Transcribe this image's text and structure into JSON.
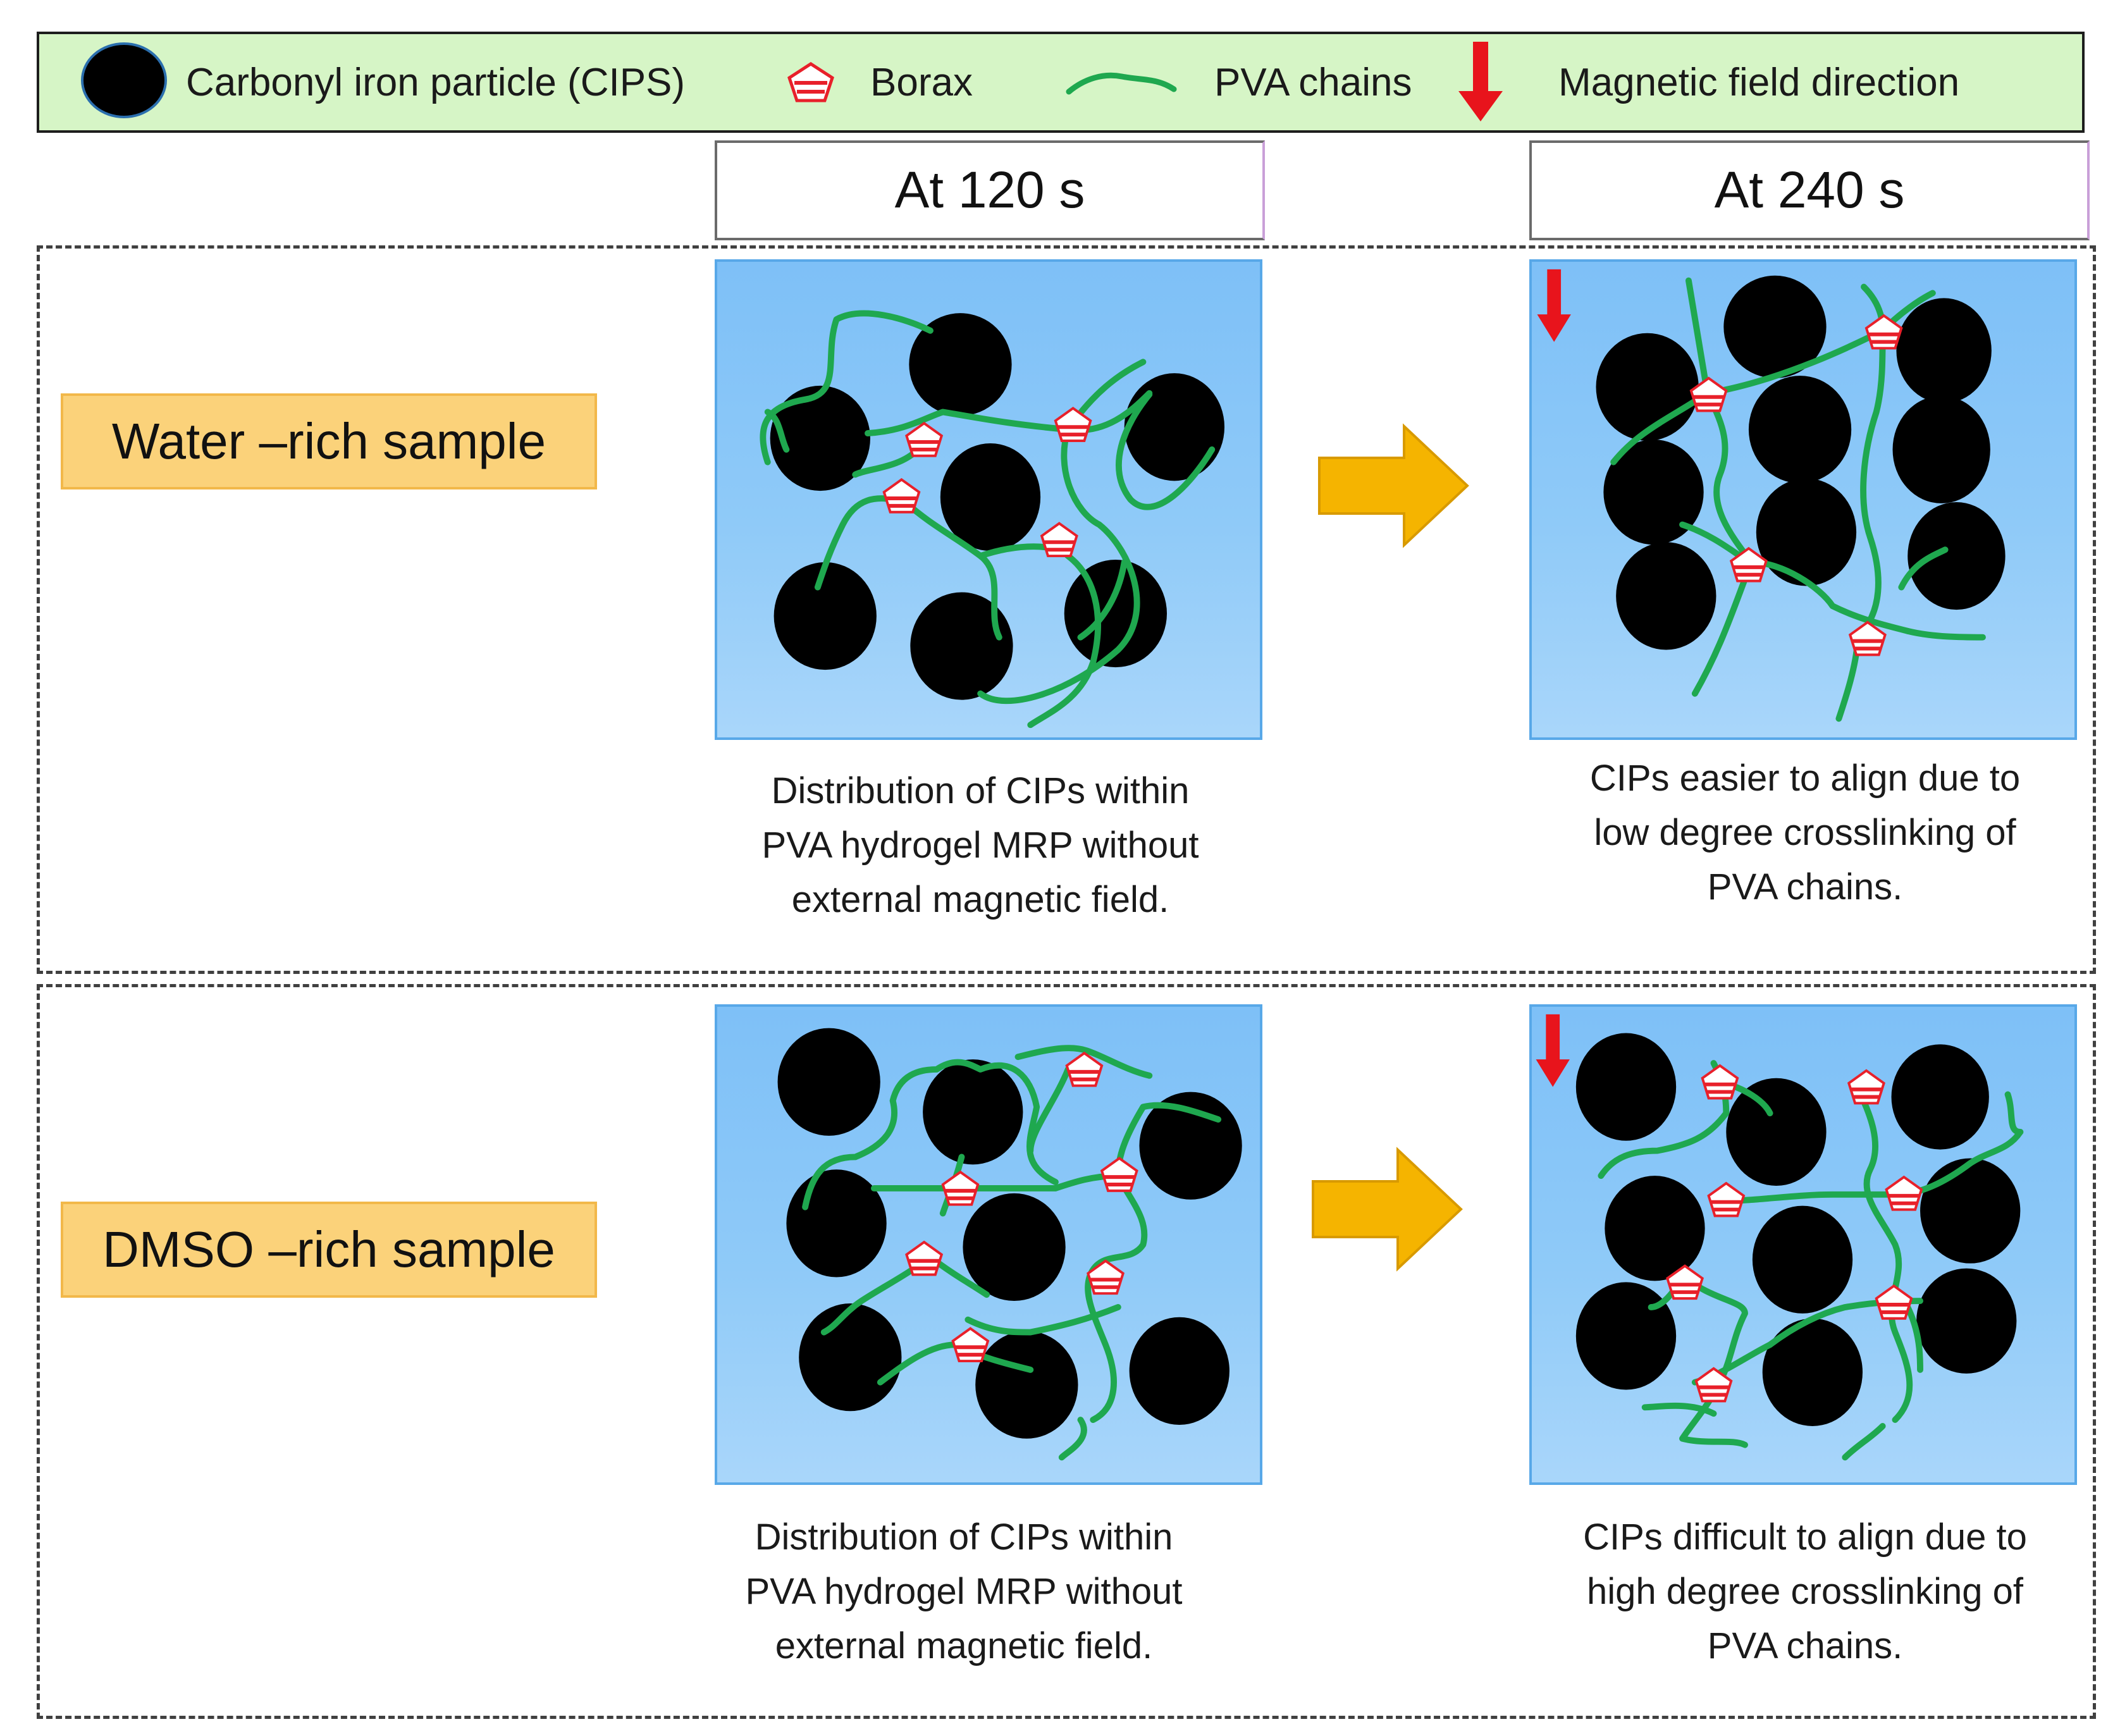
{
  "legend": {
    "cips_label": "Carbonyl iron particle (CIPS)",
    "borax_label": "Borax",
    "pva_label": "PVA chains",
    "field_label": "Magnetic field direction"
  },
  "headers": {
    "t1": "At 120 s",
    "t2": "At 240 s"
  },
  "rows": {
    "water": {
      "label": "Water –rich sample",
      "caption_left": [
        "Distribution of CIPs within",
        "PVA hydrogel MRP without",
        "external magnetic field."
      ],
      "caption_right": [
        "CIPs easier to align due to",
        "low degree crosslinking of",
        "PVA chains."
      ]
    },
    "dmso": {
      "label": "DMSO –rich sample",
      "caption_left": [
        "Distribution of CIPs within",
        "PVA hydrogel MRP without",
        "external magnetic field."
      ],
      "caption_right": [
        "CIPs difficult to align due to",
        "high degree crosslinking of",
        "PVA chains."
      ]
    }
  },
  "colors": {
    "particle": "#000000",
    "pva_chain": "#1fa84f",
    "borax": "#e8202a",
    "field_arrow": "#e8141c",
    "transition_arrow": "#f5b400",
    "legend_bg": "#d6f5c6",
    "label_bg": "#fbd27a"
  },
  "icons": {
    "particle": "black-circle-icon",
    "borax": "red-pentagon-icon",
    "pva": "green-wavy-line-icon",
    "field": "red-down-arrow-icon",
    "transition": "yellow-right-arrow-icon"
  }
}
